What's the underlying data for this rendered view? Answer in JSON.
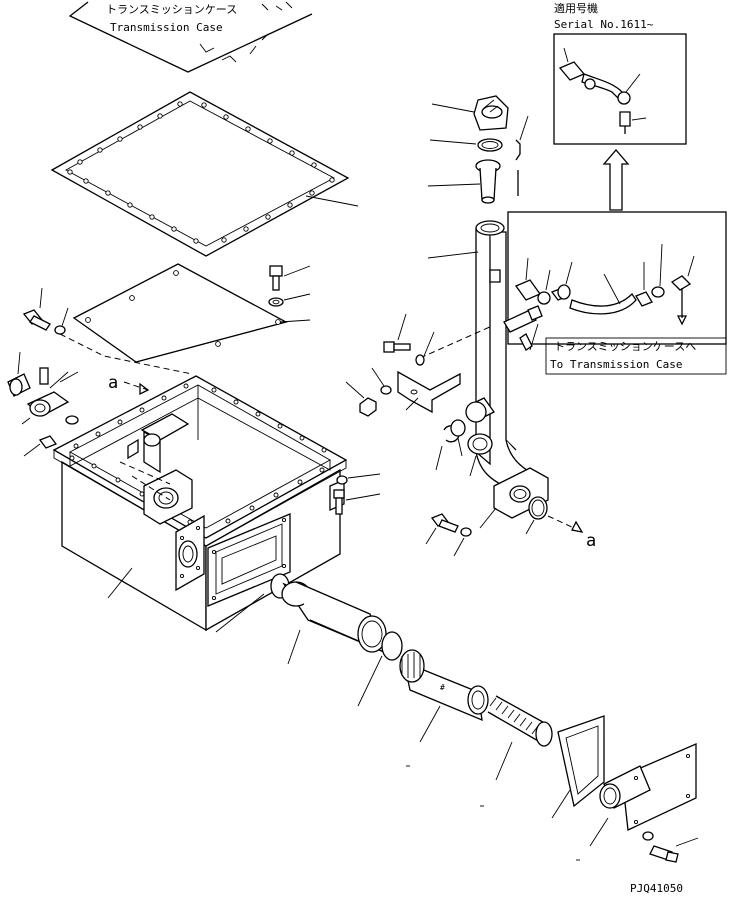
{
  "diagram": {
    "note_top_jp": "トランスミッションケース",
    "note_top_en": "Transmission Case",
    "serial_title_jp": "適用号機",
    "serial_label": "Serial No.1611~",
    "note_right_jp": "トランスミッションケースへ",
    "note_right_en": "To Transmission Case",
    "ref_letter_left": "a",
    "ref_letter_right": "a",
    "drawing_code": "PJQ41050"
  }
}
